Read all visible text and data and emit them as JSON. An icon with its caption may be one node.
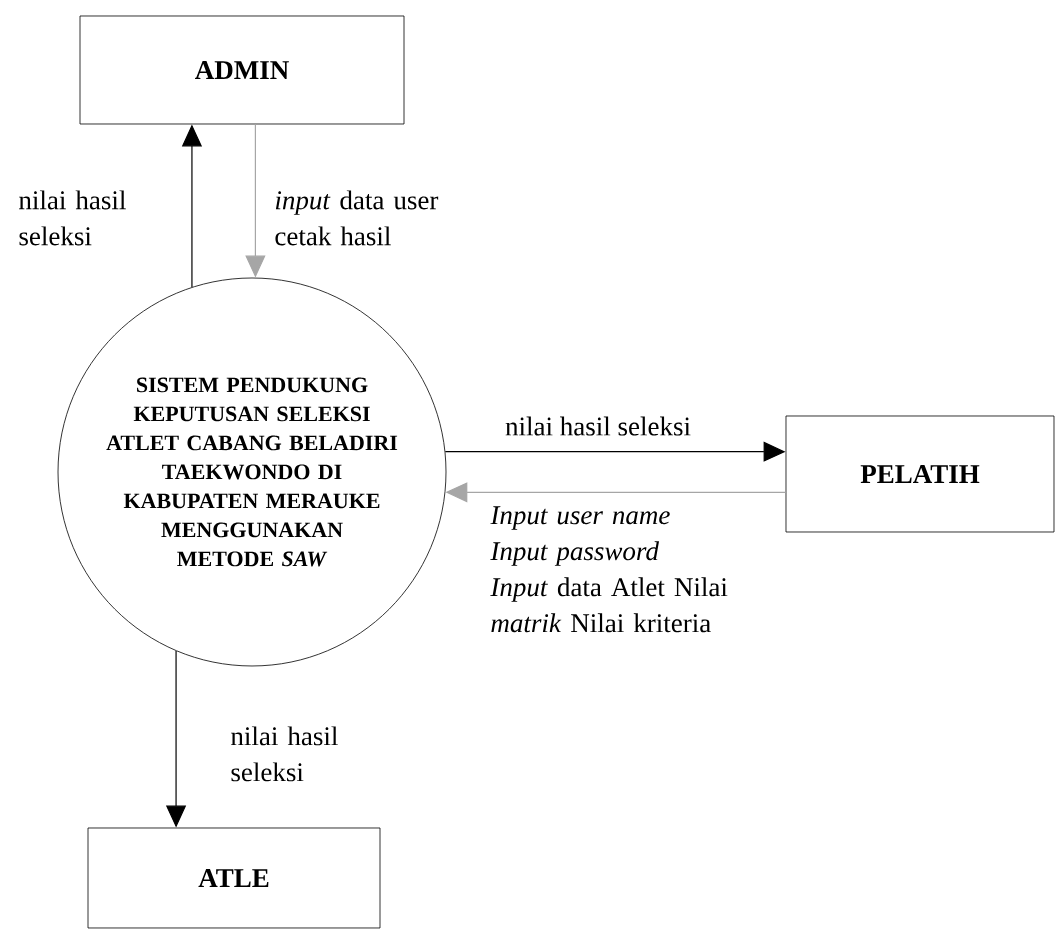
{
  "diagram": {
    "nodes": [
      {
        "text": [
          "ADMIN"
        ]
      },
      {
        "text": [
          "SISTEM PENDUKUNG KEPUTUSAN SELEKSI ATLET CABANG BELADIRI TAEKWONDO DI KABUPATEN MERAUKE MENGGUNAKAN METODE *SAW*"
        ]
      },
      {
        "text": [
          "PELATIH"
        ]
      },
      {
        "text": [
          "ATLE"
        ]
      }
    ],
    "edges": [
      {
        "from": 1,
        "to": 0,
        "arrow": "to",
        "label": "nilai hasil seleksi"
      },
      {
        "from": 0,
        "to": 1,
        "arrow": "to",
        "label": "*input* data user cetak hasil",
        "color": "#a6a6a6"
      },
      {
        "from": 1,
        "to": 2,
        "arrow": "to",
        "label": "nilai hasil seleksi"
      },
      {
        "from": 2,
        "to": 1,
        "arrow": "to",
        "label": "*Input user name* *Input password* *Input* data Atlet Nilai *matrik* Nilai kriteria",
        "color": "#a6a6a6"
      },
      {
        "from": 1,
        "to": 3,
        "arrow": "to",
        "label": "nilai hasil seleksi"
      }
    ]
  }
}
